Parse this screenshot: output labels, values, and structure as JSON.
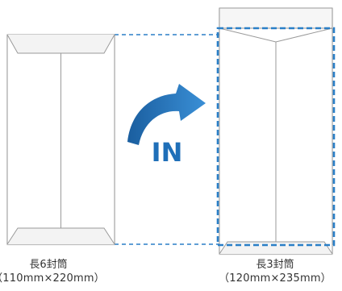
{
  "diagram": {
    "center_label": "IN",
    "source_envelope": {
      "name": "長6封筒",
      "size": "（110mm×220mm）"
    },
    "target_envelope": {
      "name": "長3封筒",
      "size": "（120mm×235mm）"
    },
    "colors": {
      "accent": "#1f6fb8",
      "arrow": "#2a7fc7",
      "dashed": "#2a7fc7",
      "envelope_fill": "#ffffff",
      "envelope_stroke": "#9a9a9a",
      "text": "#333333"
    },
    "icons": [
      "curved-arrow-icon"
    ]
  }
}
